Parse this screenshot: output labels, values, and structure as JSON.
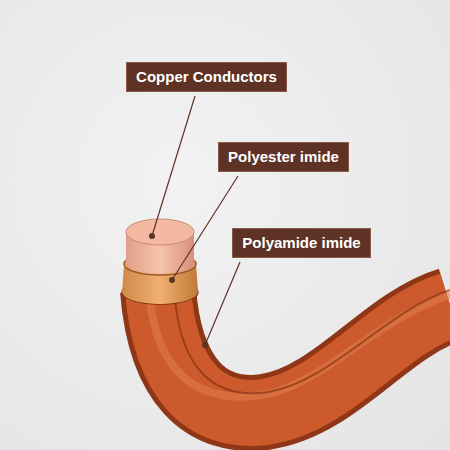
{
  "diagram": {
    "nodes": [
      {
        "text": [
          "Copper Conductors"
        ]
      },
      {
        "text": [
          "Polyester imide"
        ]
      },
      {
        "text": [
          "Polyamide imide"
        ]
      }
    ]
  }
}
